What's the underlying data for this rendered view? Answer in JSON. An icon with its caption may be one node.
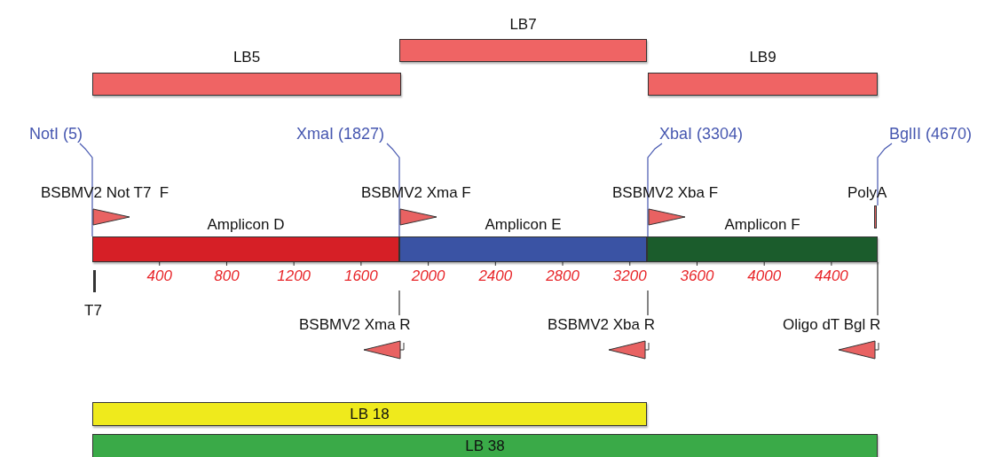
{
  "diagram": {
    "nodes": [
      {
        "text": [
          "LB5"
        ]
      },
      {
        "text": [
          "LB7"
        ]
      },
      {
        "text": [
          "LB9"
        ]
      },
      {
        "text": [
          "NotI (5)"
        ]
      },
      {
        "text": [
          "XmaI (1827)"
        ]
      },
      {
        "text": [
          "XbaI (3304)"
        ]
      },
      {
        "text": [
          "BglII (4670)"
        ]
      },
      {
        "text": [
          "BSBMV2 Not T7  F"
        ]
      },
      {
        "text": [
          "BSBMV2 Xma F"
        ]
      },
      {
        "text": [
          "BSBMV2 Xba F"
        ]
      },
      {
        "text": [
          "PolyA"
        ]
      },
      {
        "text": [
          "Amplicon D"
        ]
      },
      {
        "text": [
          "Amplicon E"
        ]
      },
      {
        "text": [
          "Amplicon F"
        ]
      },
      {
        "text": [
          "T7"
        ]
      },
      {
        "text": [
          "BSBMV2 Xma R"
        ]
      },
      {
        "text": [
          "BSBMV2 Xba R"
        ]
      },
      {
        "text": [
          "Oligo dT Bgl R"
        ]
      },
      {
        "text": [
          "LB 18"
        ]
      },
      {
        "text": [
          "LB 38"
        ]
      }
    ],
    "edges": [
      {
        "from": 3,
        "to": 11,
        "arrow": "none"
      },
      {
        "from": 4,
        "to": 12,
        "arrow": "none"
      },
      {
        "from": 5,
        "to": 13,
        "arrow": "none"
      },
      {
        "from": 6,
        "to": 10,
        "arrow": "none"
      },
      {
        "from": 15,
        "to": null,
        "arrow": "none",
        "color": "#333333"
      },
      {
        "from": 16,
        "to": null,
        "arrow": "none",
        "color": "#333333"
      },
      {
        "from": 17,
        "to": 13,
        "arrow": "none",
        "color": "#333333"
      }
    ],
    "labels": [
      "400",
      "800",
      "1200",
      "1600",
      "2000",
      "2400",
      "2800",
      "3200",
      "3600",
      "4000",
      "4400"
    ]
  }
}
